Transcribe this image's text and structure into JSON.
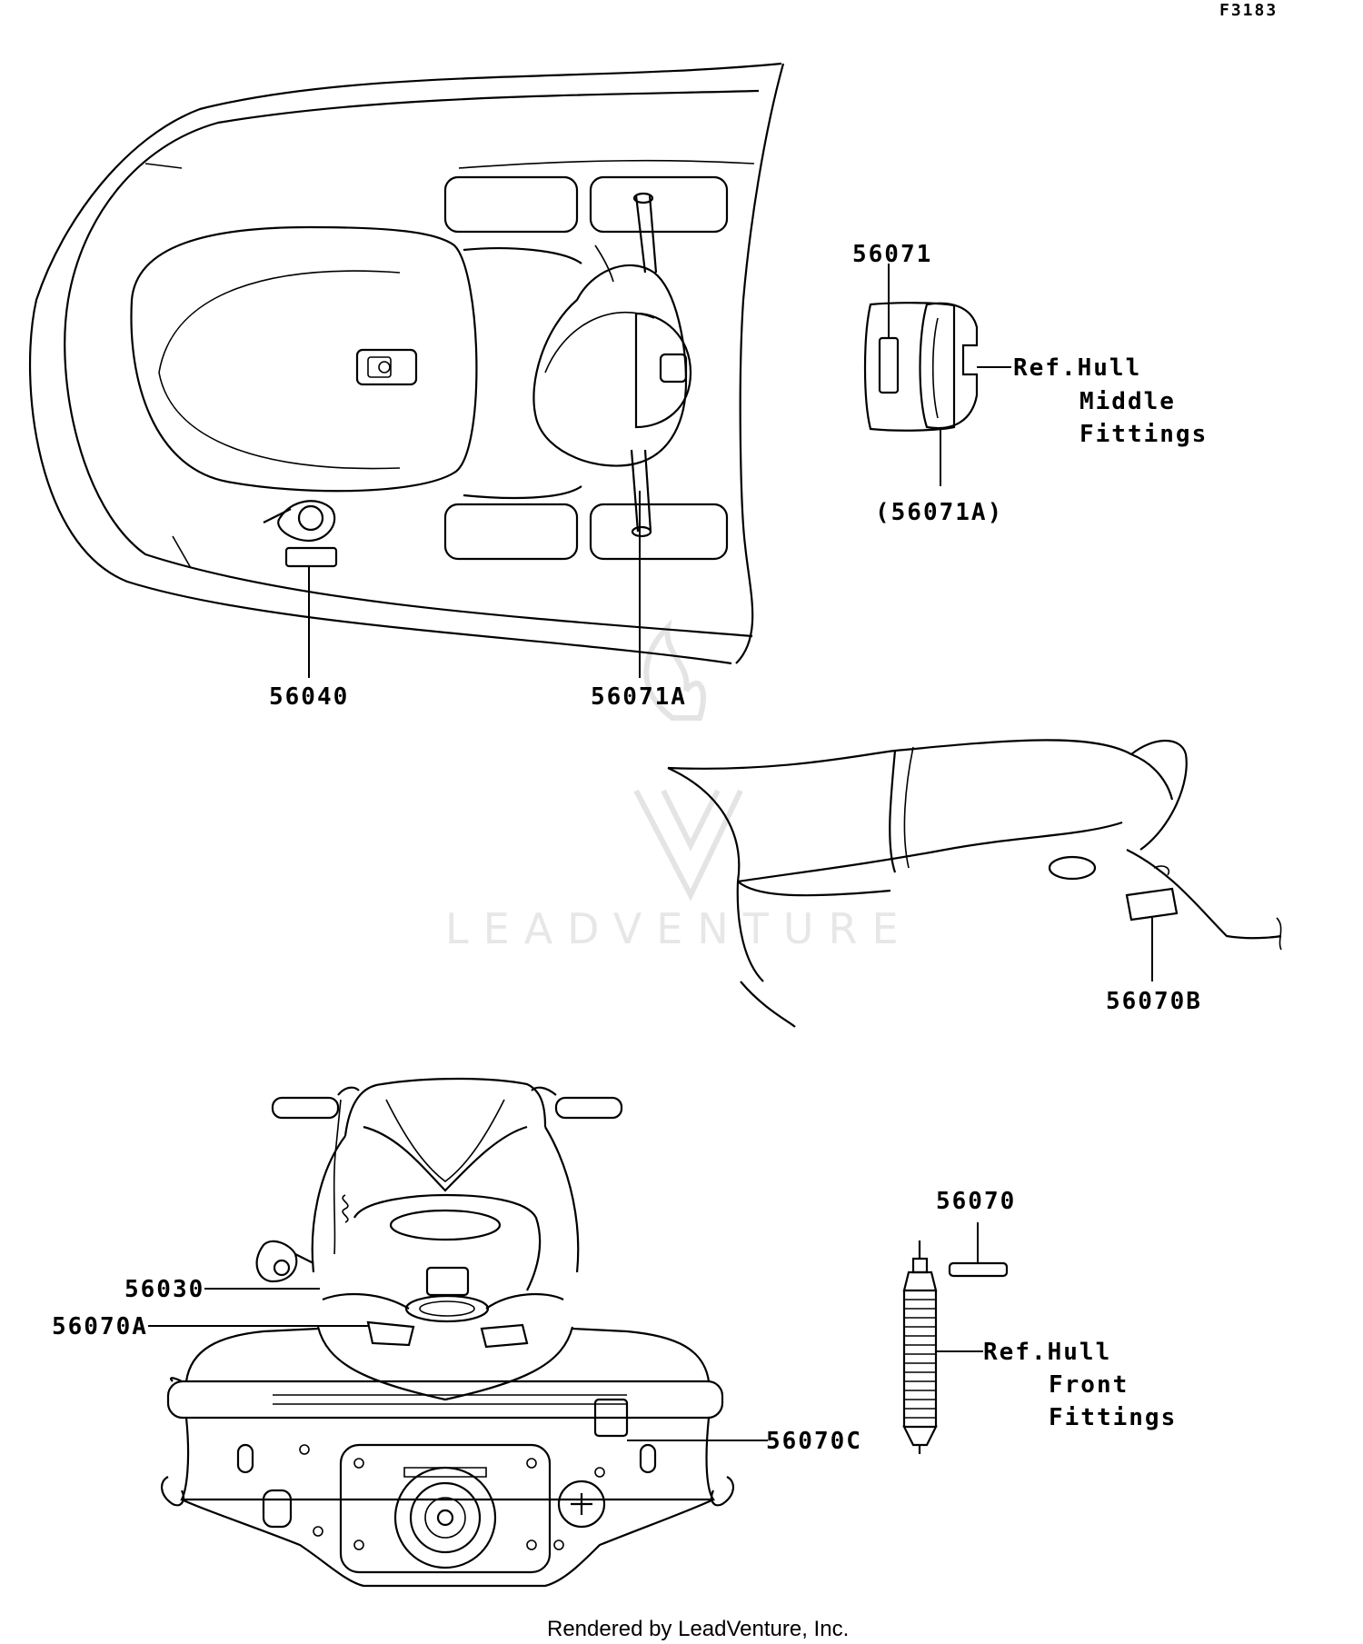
{
  "diagram_code": "F3183",
  "callouts": {
    "c56071": "56071",
    "c56071A_paren": "(56071A)",
    "c56040": "56040",
    "c56071A": "56071A",
    "c56070B": "56070B",
    "c56030": "56030",
    "c56070A": "56070A",
    "c56070C": "56070C",
    "c56070": "56070"
  },
  "references": {
    "middle": {
      "line1": "Ref.Hull",
      "line2": "Middle",
      "line3": "Fittings"
    },
    "front": {
      "line1": "Ref.Hull",
      "line2": "Front",
      "line3": "Fittings"
    }
  },
  "watermark": "LEADVENTURE",
  "footer": "Rendered by LeadVenture, Inc."
}
